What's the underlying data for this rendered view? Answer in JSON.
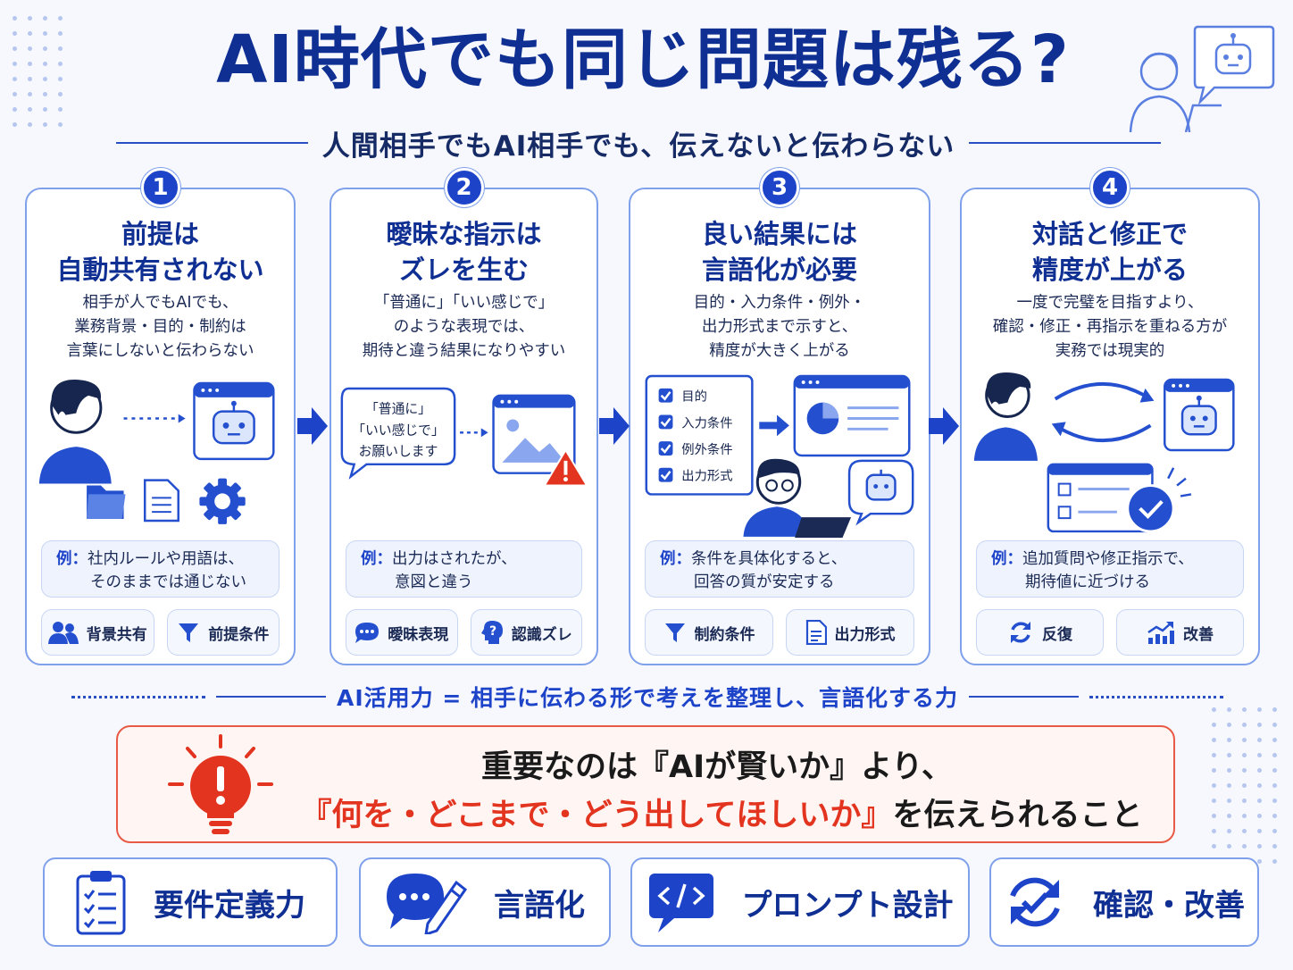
{
  "title": "AI時代でも同じ問題は残る?",
  "subtitle": "人間相手でもAI相手でも、伝えないと伝わらない",
  "cards": [
    {
      "number": "1",
      "title_line1": "前提は",
      "title_line2": "自動共有されない",
      "desc": [
        "相手が人でもAIでも、",
        "業務背景・目的・制約は",
        "言葉にしないと伝わらない"
      ],
      "example_label": "例：",
      "example_line1": "社内ルールや用語は、",
      "example_line2": "そのままでは通じない",
      "tags": [
        {
          "label": "背景共有",
          "icon": "people-icon"
        },
        {
          "label": "前提条件",
          "icon": "filter-icon"
        }
      ]
    },
    {
      "number": "2",
      "title_line1": "曖昧な指示は",
      "title_line2": "ズレを生む",
      "desc": [
        "「普通に」「いい感じで」",
        "のような表現では、",
        "期待と違う結果になりやすい"
      ],
      "bubble": [
        "「普通に」",
        "「いい感じで」",
        "お願いします"
      ],
      "example_label": "例：",
      "example_line1": "出力はされたが、",
      "example_line2": "意図と違う",
      "tags": [
        {
          "label": "曖昧表現",
          "icon": "chat-dots-icon"
        },
        {
          "label": "認識ズレ",
          "icon": "question-head-icon"
        }
      ]
    },
    {
      "number": "3",
      "title_line1": "良い結果には",
      "title_line2": "言語化が必要",
      "desc": [
        "目的・入力条件・例外・",
        "出力形式まで示すと、",
        "精度が大きく上がる"
      ],
      "checklist": [
        "目的",
        "入力条件",
        "例外条件",
        "出力形式"
      ],
      "example_label": "例：",
      "example_line1": "条件を具体化すると、",
      "example_line2": "回答の質が安定する",
      "tags": [
        {
          "label": "制約条件",
          "icon": "filter-icon"
        },
        {
          "label": "出力形式",
          "icon": "document-icon"
        }
      ]
    },
    {
      "number": "4",
      "title_line1": "対話と修正で",
      "title_line2": "精度が上がる",
      "desc": [
        "一度で完璧を目指すより、",
        "確認・修正・再指示を重ねる方が",
        "実務では現実的"
      ],
      "example_label": "例：",
      "example_line1": "追加質問や修正指示で、",
      "example_line2": "期待値に近づける",
      "tags": [
        {
          "label": "反復",
          "icon": "refresh-icon"
        },
        {
          "label": "改善",
          "icon": "trend-up-icon"
        }
      ]
    }
  ],
  "formula": "AI活用力 = 相手に伝わる形で考えを整理し、言語化する力",
  "key_message": {
    "line1": "重要なのは『AIが賢いか』より、",
    "line2_emphasis": "『何を・どこまで・どう出してほしいか』",
    "line2_rest": "を伝えられること"
  },
  "skills": [
    {
      "label": "要件定義力",
      "icon": "clipboard-checklist-icon"
    },
    {
      "label": "言語化",
      "icon": "chat-pen-icon"
    },
    {
      "label": "プロンプト設計",
      "icon": "code-bubble-icon"
    },
    {
      "label": "確認・改善",
      "icon": "cycle-check-icon"
    }
  ],
  "colors": {
    "primary": "#1d43c9",
    "title": "#0f2f93",
    "accent_red": "#e2341f",
    "background": "#f6f8fd"
  }
}
